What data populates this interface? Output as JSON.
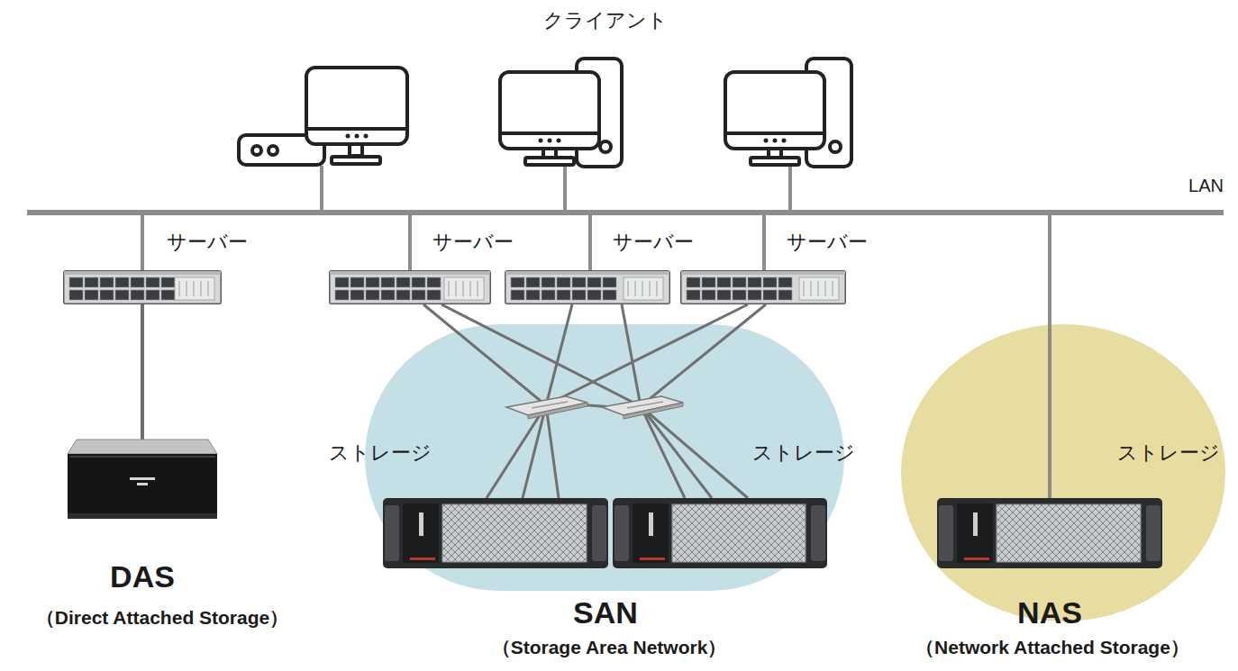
{
  "diagram": {
    "nodes": [
      {
        "text": [
          "LAN"
        ]
      },
      {
        "text": [
          "サーバー"
        ]
      },
      {
        "text": [
          "サーバー"
        ]
      },
      {
        "text": [
          "サーバー"
        ]
      },
      {
        "text": [
          "サーバー"
        ]
      },
      {
        "text": [
          "DAS",
          "（Direct Attached Storage）"
        ]
      },
      {
        "text": [
          "SAN",
          "（Storage Area Network）"
        ]
      },
      {
        "text": [
          "ストレージ"
        ],
        "in": 6
      },
      {
        "text": [
          "ストレージ"
        ],
        "in": 6
      },
      {
        "text": [
          "NAS",
          "（Network Attached Storage）"
        ]
      },
      {
        "text": [
          "ストレージ"
        ],
        "in": 9
      }
    ],
    "edges": [
      {
        "from": 0,
        "to": 1,
        "arrow": "none"
      },
      {
        "from": 0,
        "to": 2,
        "arrow": "none"
      },
      {
        "from": 0,
        "to": 3,
        "arrow": "none"
      },
      {
        "from": 0,
        "to": 4,
        "arrow": "none"
      },
      {
        "from": 1,
        "to": 5,
        "arrow": "none"
      },
      {
        "from": 2,
        "to": 7,
        "arrow": "none"
      },
      {
        "from": 2,
        "to": 8,
        "arrow": "none"
      },
      {
        "from": 3,
        "to": 7,
        "arrow": "none"
      },
      {
        "from": 3,
        "to": 8,
        "arrow": "none"
      },
      {
        "from": 4,
        "to": 7,
        "arrow": "none"
      },
      {
        "from": 4,
        "to": 8,
        "arrow": "none"
      },
      {
        "from": 0,
        "to": 10,
        "arrow": "none"
      }
    ],
    "labels": [
      "クライアント"
    ]
  }
}
